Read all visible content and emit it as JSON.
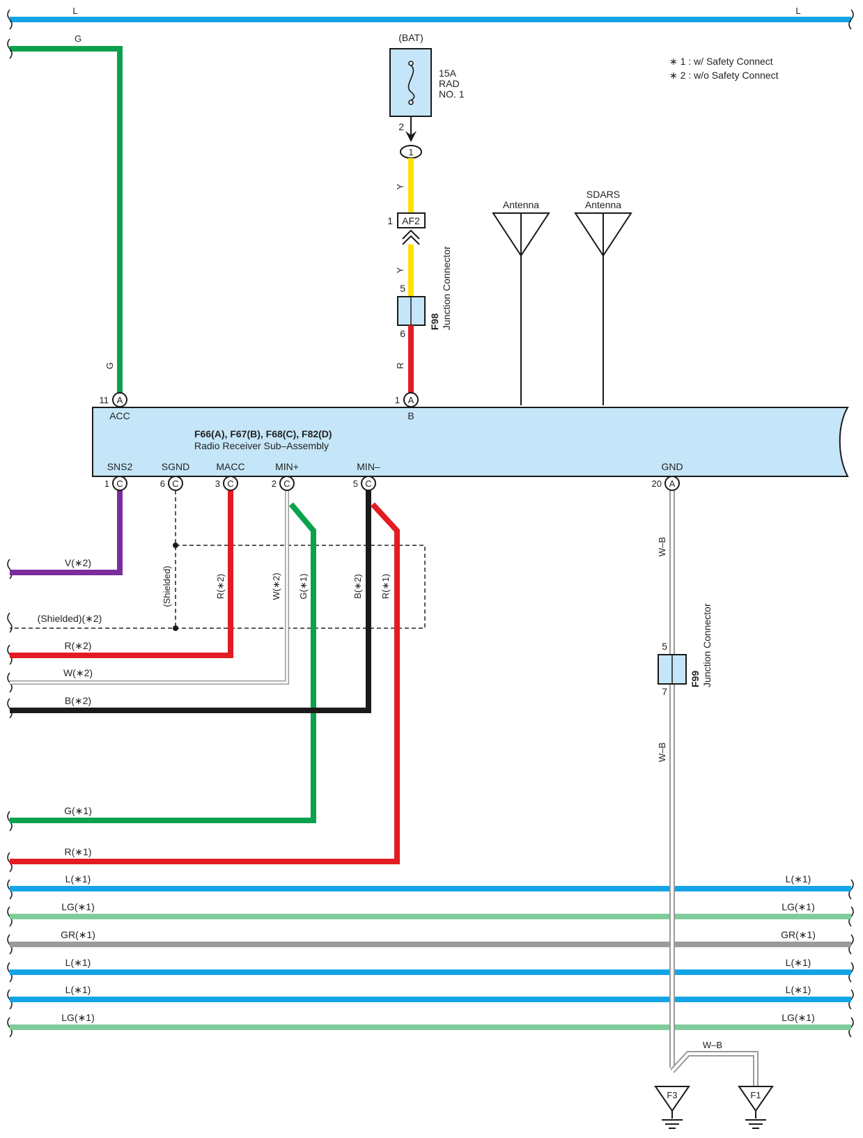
{
  "colors": {
    "L": "#14a4e6",
    "G": "#0aa24c",
    "Y": "#ffe100",
    "R": "#e31b23",
    "V": "#7b2d9b",
    "B": "#1a1a1a",
    "W": "#c8c8c8",
    "LG": "#7fcc9a",
    "GR": "#9a9b9d",
    "WB": "#9a9a9a",
    "component_fill": "#c5e6f8",
    "component_stroke": "#1a1a1a"
  },
  "legend": {
    "note1": "∗ 1 : w/ Safety Connect",
    "note2": "∗ 2 : w/o Safety Connect"
  },
  "top_wires": {
    "l_left": "L",
    "l_right": "L",
    "g_top": "G",
    "g_vertical": "G"
  },
  "fuse": {
    "supply": "(BAT)",
    "rating": "15A",
    "name1": "RAD",
    "name2": "NO. 1",
    "pin": "2",
    "connector_pin": "1"
  },
  "af2": {
    "pin": "1",
    "name": "AF2",
    "wire_upper": "Y",
    "wire_lower": "Y"
  },
  "f98": {
    "pin_top": "5",
    "pin_bottom": "6",
    "code": "F98",
    "name": "Junction Connector",
    "wire_red": "R"
  },
  "antennas": {
    "antenna": "Antenna",
    "sdars_line1": "SDARS",
    "sdars_line2": "Antenna"
  },
  "receiver": {
    "codes": "F66(A), F67(B), F68(C), F82(D)",
    "name": "Radio Receiver Sub–Assembly",
    "top_pins": [
      {
        "num": "11",
        "conn": "A",
        "name": "ACC"
      },
      {
        "num": "1",
        "conn": "A",
        "name": "B"
      }
    ],
    "bottom_pins": [
      {
        "num": "1",
        "conn": "C",
        "name": "SNS2"
      },
      {
        "num": "6",
        "conn": "C",
        "name": "SGND"
      },
      {
        "num": "3",
        "conn": "C",
        "name": "MACC"
      },
      {
        "num": "2",
        "conn": "C",
        "name": "MIN+"
      },
      {
        "num": "5",
        "conn": "C",
        "name": "MIN–"
      },
      {
        "num": "20",
        "conn": "A",
        "name": "GND"
      }
    ]
  },
  "vertical_wire_labels": {
    "shielded": "(Shielded)",
    "r2": "R(∗2)",
    "w2": "W(∗2)",
    "g1": "G(∗1)",
    "b2": "B(∗2)",
    "r1": "R(∗1)",
    "wb_upper": "W–B",
    "wb_lower": "W–B"
  },
  "left_wires": {
    "v2": "V(∗2)",
    "shielded2": "(Shielded)(∗2)",
    "r2": "R(∗2)",
    "w2": "W(∗2)",
    "b2": "B(∗2)",
    "g1": "G(∗1)",
    "r1": "R(∗1)"
  },
  "bus_wires": [
    {
      "color": "L",
      "left": "L(∗1)",
      "right": "L(∗1)"
    },
    {
      "color": "LG",
      "left": "LG(∗1)",
      "right": "LG(∗1)"
    },
    {
      "color": "GR",
      "left": "GR(∗1)",
      "right": "GR(∗1)"
    },
    {
      "color": "L",
      "left": "L(∗1)",
      "right": "L(∗1)"
    },
    {
      "color": "L",
      "left": "L(∗1)",
      "right": "L(∗1)"
    },
    {
      "color": "LG",
      "left": "LG(∗1)",
      "right": "LG(∗1)"
    }
  ],
  "f99": {
    "pin_top": "5",
    "pin_bottom": "7",
    "code": "F99",
    "name": "Junction Connector"
  },
  "grounds": {
    "f3": "F3",
    "f1": "F1",
    "wb_label": "W–B"
  }
}
